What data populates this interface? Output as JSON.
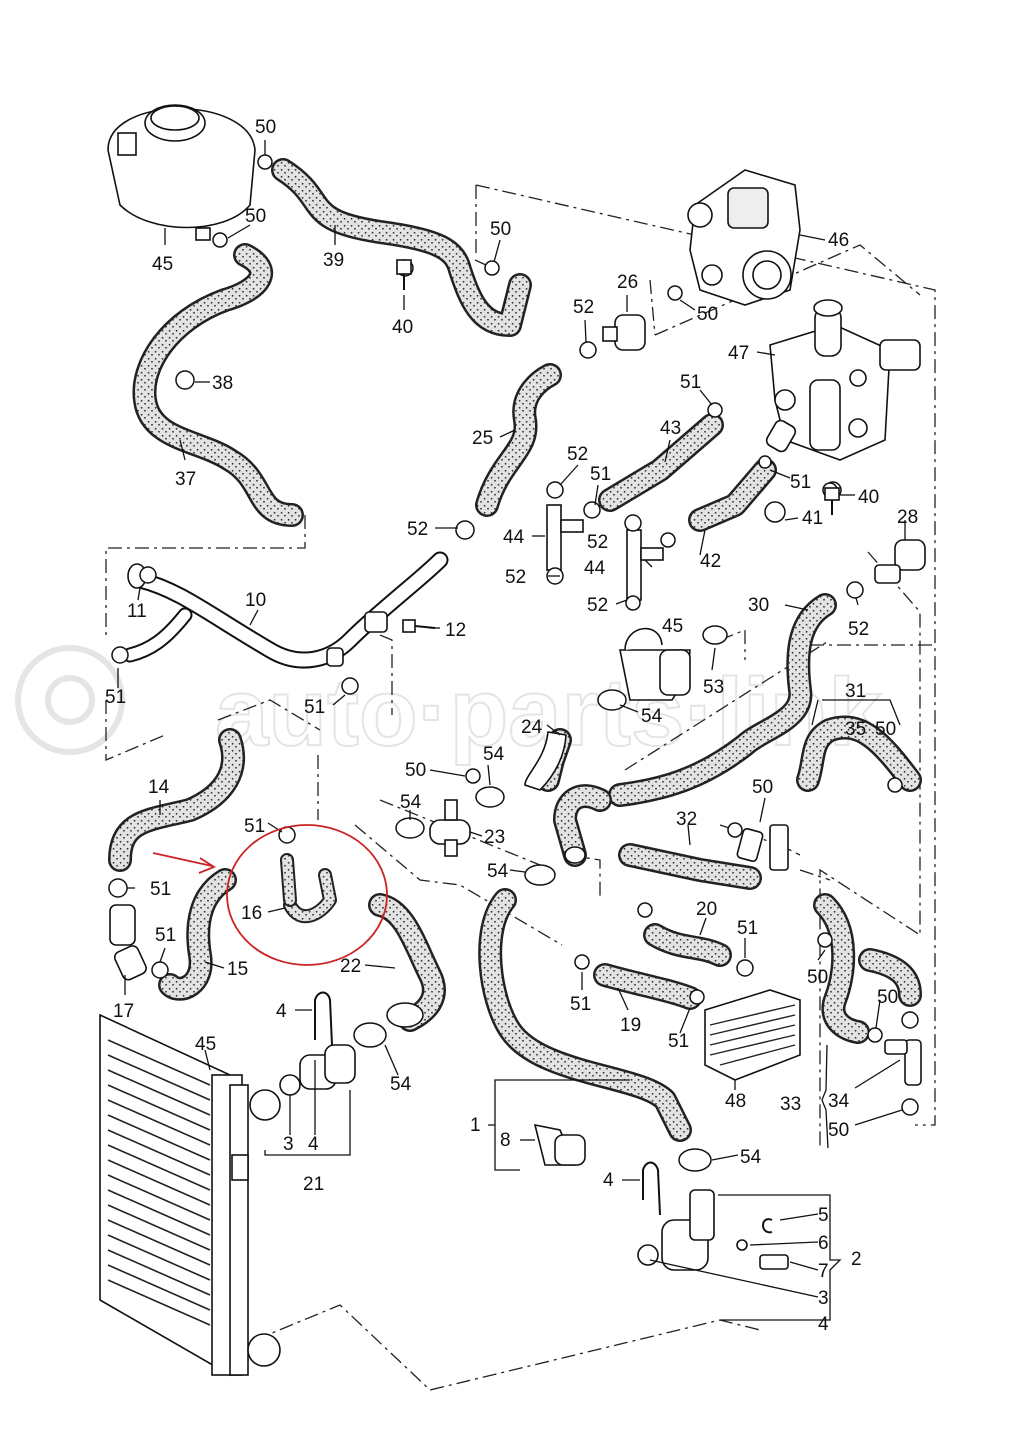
{
  "diagram": {
    "labels": {
      "l50a": "50",
      "l45a": "45",
      "l50b": "50",
      "l39": "39",
      "l50c": "50",
      "l46": "46",
      "l40a": "40",
      "l38": "38",
      "l26": "26",
      "l52a": "52",
      "l50d": "50",
      "l47": "47",
      "l37": "37",
      "l25": "25",
      "l51a": "51",
      "l43": "43",
      "l52b": "52",
      "l51b": "51",
      "l51c": "51",
      "l40b": "40",
      "l52c": "52",
      "l44a": "44",
      "l52d": "52",
      "l41": "41",
      "l28": "28",
      "l44b": "44",
      "l42": "42",
      "l52e": "52",
      "l52f": "52",
      "l11": "11",
      "l10": "10",
      "l12": "12",
      "l30": "30",
      "l52g": "52",
      "l45b": "45",
      "l51d": "51",
      "l51e": "51",
      "l53": "53",
      "l54a": "54",
      "l31": "31",
      "l24": "24",
      "l35": "35",
      "l50e": "50",
      "l14": "14",
      "l50f": "50",
      "l54b": "54",
      "l54c": "54",
      "l23": "23",
      "l50g": "50",
      "l51f": "51",
      "l32": "32",
      "l51g": "51",
      "l16": "16",
      "l54d": "54",
      "l51h": "51",
      "l20": "20",
      "l51i": "51",
      "l22": "22",
      "l15": "15",
      "l17": "17",
      "l51j": "51",
      "l50h": "50",
      "l50i": "50",
      "l19": "19",
      "l51k": "51",
      "l4a": "4",
      "l45c": "45",
      "l54e": "54",
      "l48": "48",
      "l33": "33",
      "l34": "34",
      "l3a": "3",
      "l4b": "4",
      "l21": "21",
      "l1": "1",
      "l8": "8",
      "l50j": "50",
      "l54f": "54",
      "l4c": "4",
      "l5": "5",
      "l6": "6",
      "l2": "2",
      "l7": "7",
      "l3b": "3",
      "l4d": "4"
    },
    "colors": {
      "hose_speckle": "#e0e0e0",
      "line": "#111111",
      "highlight_circle": "#cc2222",
      "highlight_arrow": "#cc2222"
    }
  }
}
